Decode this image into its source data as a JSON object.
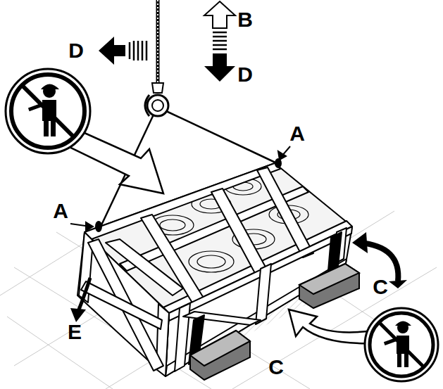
{
  "diagram": {
    "labels": [
      "B",
      "D",
      "D",
      "A",
      "A",
      "C",
      "E",
      "C"
    ]
  }
}
